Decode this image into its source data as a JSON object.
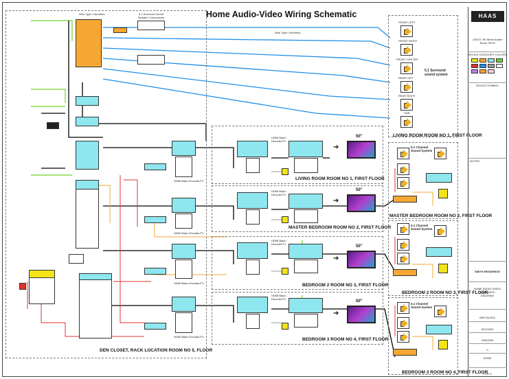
{
  "title": "Home Audio-Video Wiring Schematic",
  "wire_type_label": "Wire Type / Numbers",
  "surround_connections_label": "5.1 Surround Sound Speaker Connections",
  "surround_system_label": "5.1 Surround sound system",
  "channel_system_label": "5.1 Channel Sound System",
  "speakers_main": [
    "FRONT LEFT",
    "FRONT RIGHT",
    "FRONT CENTER",
    "REAR LEFT",
    "REAR RIGHT",
    "SUB"
  ],
  "tv_size": "50\"",
  "decoder_label": "HDMI Balun Decoder/TV",
  "encoder_label": "HDMI Balun Encoder/TV",
  "rooms": {
    "living": "LIVING ROOM ROOM NO 1, FIRST FLOOR",
    "master": "MASTER BEDROOM ROOM NO 2, FIRST FLOOR",
    "bed2": "BEDROOM 2 ROOM NO 3, FIRST FLOOR",
    "bed3": "BEDROOM 3 ROOM NO 4, FIRST FLOOR",
    "closet": "DEN CLOSET, RACK LOCATION ROOM NO 5, FLOOR"
  },
  "right_rooms": {
    "living": "LIVING ROOM ROOM NO 1, FIRST FLOOR",
    "master": "MASTER BEDROOM ROOM NO 2, FIRST FLOOR",
    "bed2": "BEDROOM 2 ROOM NO 3, FIRST FLOOR",
    "bed3": "BEDROOM 3 ROOM NO 4, FIRST FLOOR"
  },
  "titleblock": {
    "company": "HAAS",
    "address": "1000 E 7th Street Austin Texas 78702",
    "legend_title": "DEVICE CATEGORY COLORS",
    "symbol_title": "DEVICE SYMBOL",
    "notes_title": "NOTES:",
    "project": "SMITH RESIDENCE",
    "drawing": "HOME AUDIO-VIDEO SCHEMATIC DIAGRAM",
    "drawn_by": "WES BLACK",
    "date1": "5/21/2024",
    "date2": "2/26/2025",
    "rev": "0",
    "scale": "NONE",
    "sheet": "1 OF 9"
  },
  "colors": {
    "blue": "#1e8ee8",
    "green": "#6ed12c",
    "red": "#e03030",
    "orange": "#f5a733",
    "black": "#000000",
    "gray": "#9a9a9a"
  }
}
